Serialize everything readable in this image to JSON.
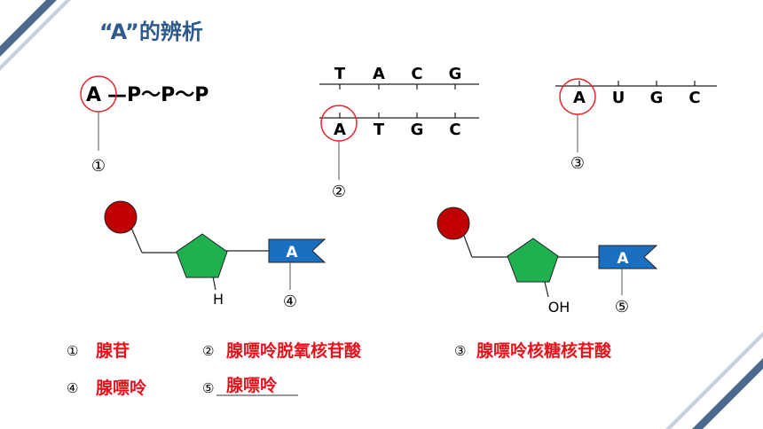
{
  "title": "“A”的辨析",
  "atp": {
    "a": "A",
    "rest": "—P～P～P"
  },
  "dna": {
    "top": [
      "T",
      "A",
      "C",
      "G"
    ],
    "bottom": [
      "A",
      "T",
      "G",
      "C"
    ]
  },
  "rna": [
    "A",
    "U",
    "G",
    "C"
  ],
  "circled": {
    "n1": "①",
    "n2": "②",
    "n3": "③",
    "n4": "④",
    "n5": "⑤"
  },
  "nucleotide_left": {
    "base": "A",
    "group": "H"
  },
  "nucleotide_right": {
    "base": "A",
    "group": "OH"
  },
  "answers": [
    {
      "num": "①",
      "text": "腺苷"
    },
    {
      "num": "②",
      "text": "腺嘌呤脱氧核苷酸"
    },
    {
      "num": "③",
      "text": "腺嘌呤核糖核苷酸"
    },
    {
      "num": "④",
      "text": "腺嘌呤"
    },
    {
      "num": "⑤",
      "text": "腺嘌呤"
    }
  ],
  "colors": {
    "title": "#2f5a8c",
    "answer": "#e8101a",
    "circle": "#e2262b",
    "phosphate": "#c00000",
    "pentagon": "#1fb050",
    "base_flag": "#1a6fc0",
    "deco_line": "#7e8fa8"
  }
}
